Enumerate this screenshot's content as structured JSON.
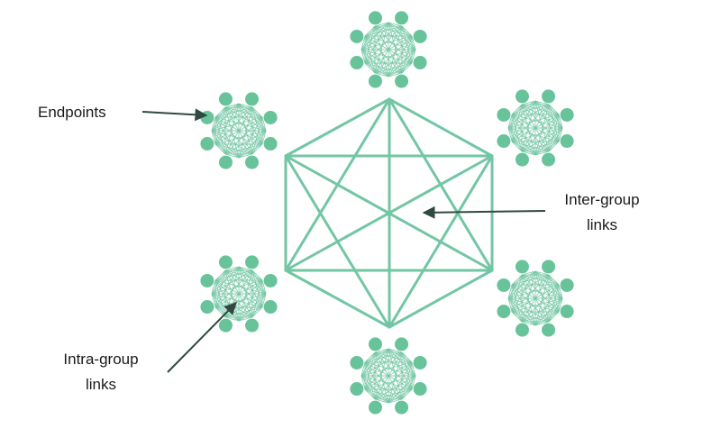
{
  "labels": {
    "endpoints": "Endpoints",
    "inter_group_line1": "Inter-group",
    "inter_group_line2": "links",
    "intra_group_line1": "Intra-group",
    "intra_group_line2": "links"
  },
  "colors": {
    "link": "#73c6a4",
    "node": "#68c39b",
    "arrow": "#2f4a40",
    "text": "#1a1a1a"
  },
  "topology": {
    "groups": 6,
    "endpoints_per_group": 8,
    "inter_group": "all-to-all",
    "intra_group": "all-to-all"
  }
}
